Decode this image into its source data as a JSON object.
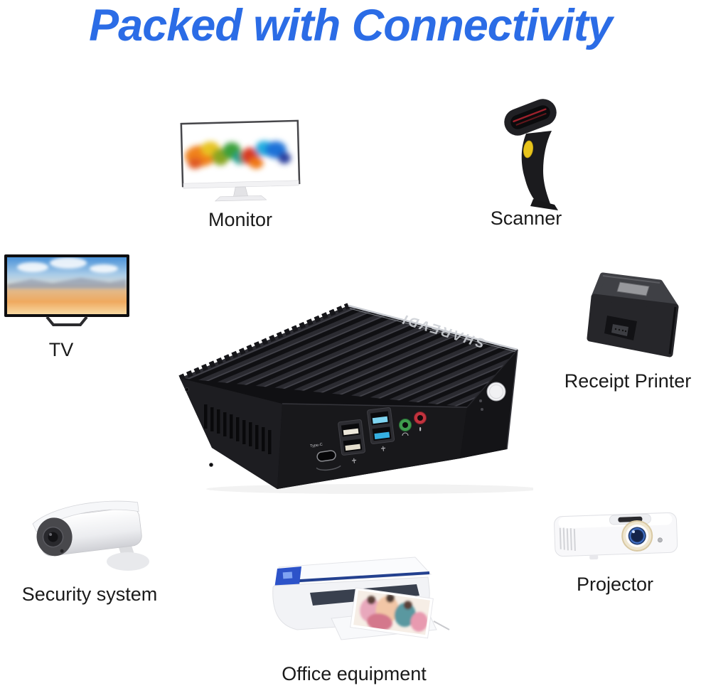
{
  "title": {
    "text": "Packed with Connectivity",
    "color": "#2b6ce6"
  },
  "devices": {
    "monitor": {
      "label": "Monitor"
    },
    "scanner": {
      "label": "Scanner"
    },
    "tv": {
      "label": "TV"
    },
    "receipt_printer": {
      "label": "Receipt Printer"
    },
    "security_system": {
      "label": "Security system"
    },
    "projector": {
      "label": "Projector"
    },
    "office_equipment": {
      "label": "Office equipment"
    }
  },
  "mini_pc": {
    "brand": "SHAREVDI",
    "port_labels": {
      "type_c": "Type-C"
    },
    "visible_ports": [
      "usb-type-c-port",
      "dual-usb2-ports",
      "dual-usb3-ports",
      "headphone-jack",
      "microphone-jack",
      "power-button"
    ]
  },
  "colors": {
    "title_blue": "#2b6ce6",
    "usb3_tab_blue": "#35b0e2",
    "audio_out_green": "#3f9d4e",
    "audio_in_red": "#c2333e",
    "scanner_trigger_yellow": "#e8c41c",
    "printer_accent_blue": "#2d53c9"
  }
}
